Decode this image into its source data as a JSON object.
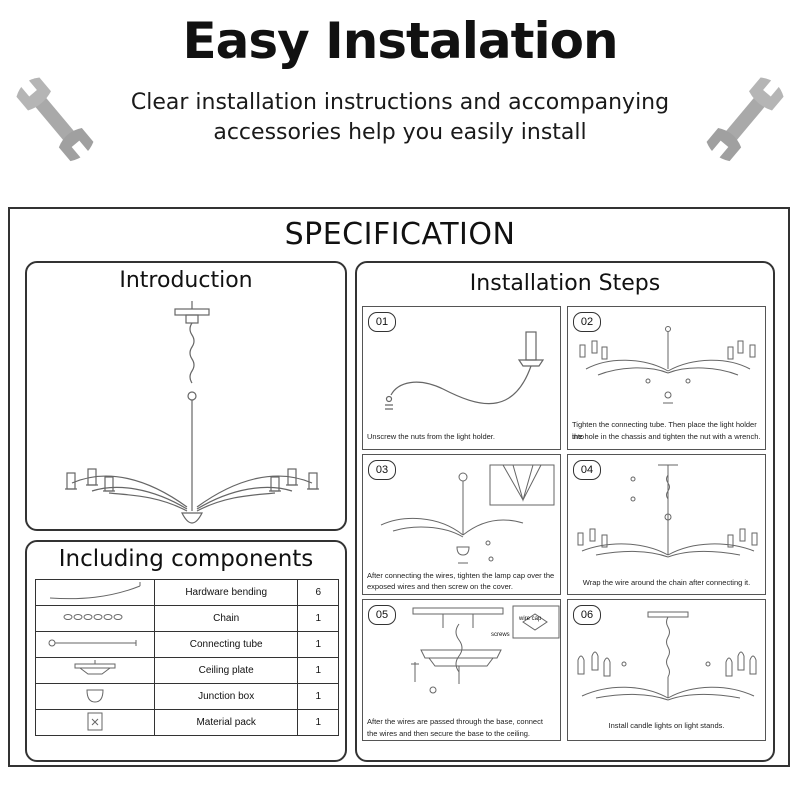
{
  "header": {
    "title": "Easy Instalation",
    "subtitle_line1": "Clear installation instructions and accompanying",
    "subtitle_line2": "accessories help you easily install",
    "decor_icons": [
      "wrench-icon",
      "wrench-icon"
    ]
  },
  "specification": {
    "title": "SPECIFICATION",
    "introduction": {
      "title": "Introduction"
    },
    "components": {
      "title": "Including components",
      "rows": [
        {
          "name": "Hardware bending",
          "qty": "6",
          "icon": "hardware-bending-icon"
        },
        {
          "name": "Chain",
          "qty": "1",
          "icon": "chain-icon"
        },
        {
          "name": "Connecting tube",
          "qty": "1",
          "icon": "connecting-tube-icon"
        },
        {
          "name": "Ceiling plate",
          "qty": "1",
          "icon": "ceiling-plate-icon"
        },
        {
          "name": "Junction box",
          "qty": "1",
          "icon": "junction-box-icon"
        },
        {
          "name": "Material pack",
          "qty": "1",
          "icon": "material-pack-icon"
        }
      ]
    },
    "installation": {
      "title": "Installation Steps",
      "steps": [
        {
          "num": "01",
          "caption1": "Unscrew the nuts from the light holder.",
          "caption2": ""
        },
        {
          "num": "02",
          "caption1": "Tighten the connecting tube. Then place the light holder into",
          "caption2": "the hole in the chassis and tighten the nut with a wrench."
        },
        {
          "num": "03",
          "caption1": "After connecting the wires, tighten the lamp cap over the",
          "caption2": "exposed wires and then screw on the cover."
        },
        {
          "num": "04",
          "caption1": "Wrap the wire around the chain after connecting it.",
          "caption2": ""
        },
        {
          "num": "05",
          "caption1": "After the wires are passed through the base, connect",
          "caption2": "the wires and then secure the base to the ceiling.",
          "label_screws": "screws",
          "label_wire_cap": "wire cap"
        },
        {
          "num": "06",
          "caption1": "Install candle lights on light stands.",
          "caption2": ""
        }
      ]
    }
  },
  "colors": {
    "text": "#111111",
    "border": "#333333",
    "line_art": "#666666"
  }
}
